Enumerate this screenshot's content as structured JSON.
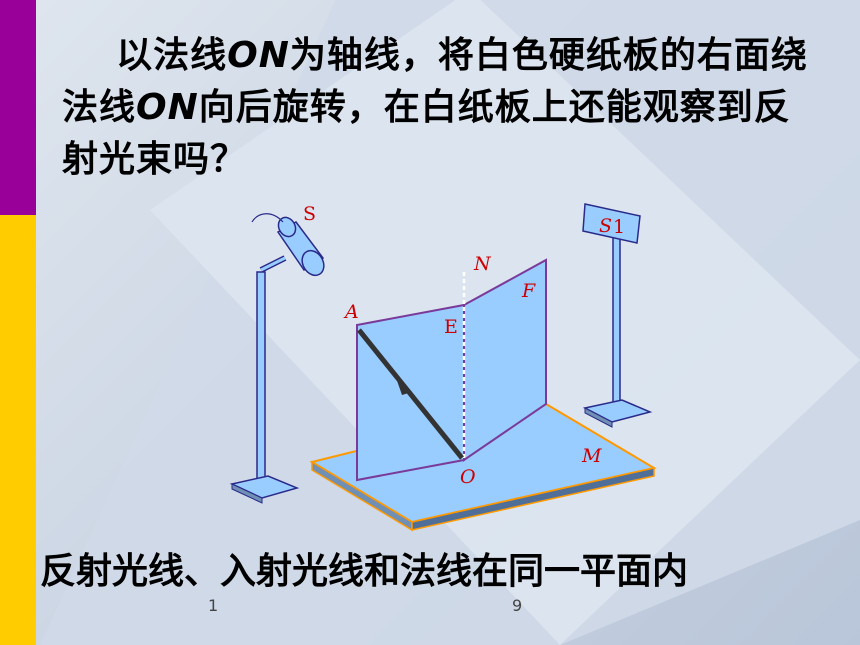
{
  "question": {
    "part1": "以法线",
    "on1": "ON",
    "part2": "为轴线，将白色硬纸板的右面绕法线",
    "on2": "ON",
    "part3": "向后旋转，在白纸板上还能观察到反射光束吗？"
  },
  "conclusion": "反射光线、入射光线和法线在同一平面内",
  "page_numbers": {
    "left": "1",
    "right": "9"
  },
  "diagram_labels": {
    "source": "S",
    "screen": "S",
    "screen_sub": "1",
    "A": "A",
    "E": "E",
    "N": "N",
    "F": "F",
    "O": "O",
    "M": "M"
  },
  "colors": {
    "left_bar_top": "#990099",
    "left_bar_bottom": "#ffcc00",
    "board": "#99ccff",
    "board_edge": "#ff9900",
    "label": "#cc0000"
  }
}
